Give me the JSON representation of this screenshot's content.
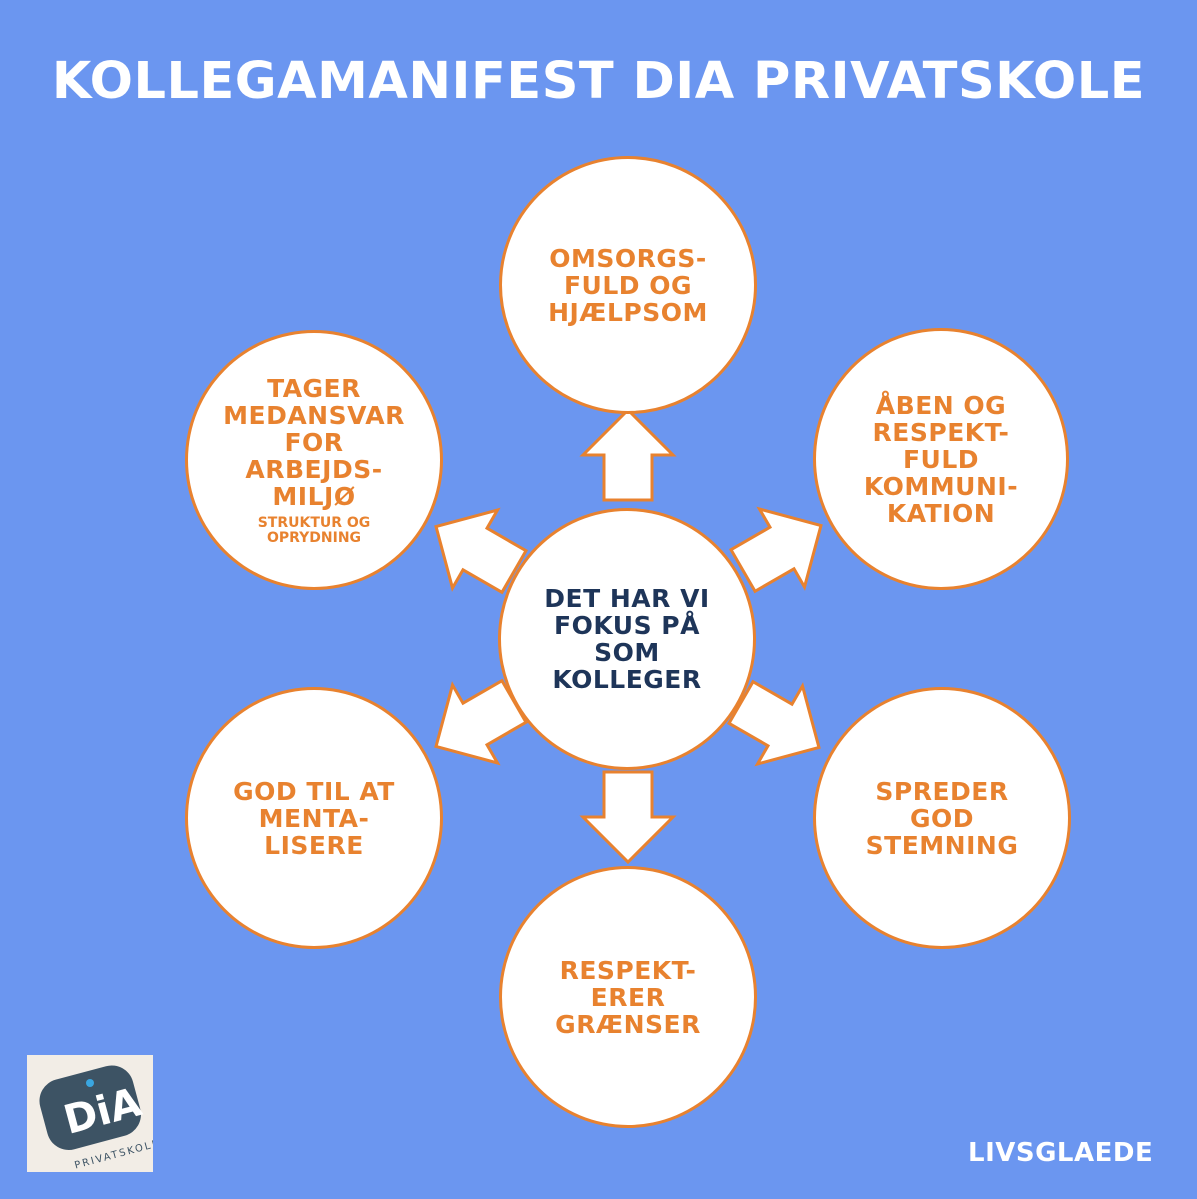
{
  "title": "KOLLEGAMANIFEST DIA PRIVATSKOLE",
  "center": "DET HAR VI\nFOKUS PÅ\nSOM\nKOLLEGER",
  "nodes": {
    "top": {
      "label": "OMSORGS-\nFULD OG\nHJÆLPSOM"
    },
    "top_right": {
      "label": "ÅBEN OG\nRESPEKT-\nFULD\nKOMMUNI-\nKATION"
    },
    "bottom_right": {
      "label": "SPREDER\nGOD\nSTEMNING"
    },
    "bottom": {
      "label": "RESPEKT-\nERER\nGRÆNSER"
    },
    "bottom_left": {
      "label": "GOD TIL AT\nMENTA-\nLISERE"
    },
    "top_left": {
      "label": "TAGER\nMEDANSVAR\nFOR\nARBEJDS-\nMILJØ",
      "sub": "STRUKTUR OG\nOPRYDNING"
    }
  },
  "logo": {
    "mark": "DiA",
    "name": "PRIVATSKOLE"
  },
  "footer": "LIVSGLAEDE",
  "colors": {
    "background": "#6b96f0",
    "circle_fill": "#ffffff",
    "accent_orange": "#e8822f",
    "center_text": "#1e3559",
    "logo_tile": "#3d5364"
  },
  "icons": [
    "arrow-up-icon",
    "arrow-up-right-icon",
    "arrow-down-right-icon",
    "arrow-down-icon",
    "arrow-down-left-icon",
    "arrow-up-left-icon"
  ]
}
